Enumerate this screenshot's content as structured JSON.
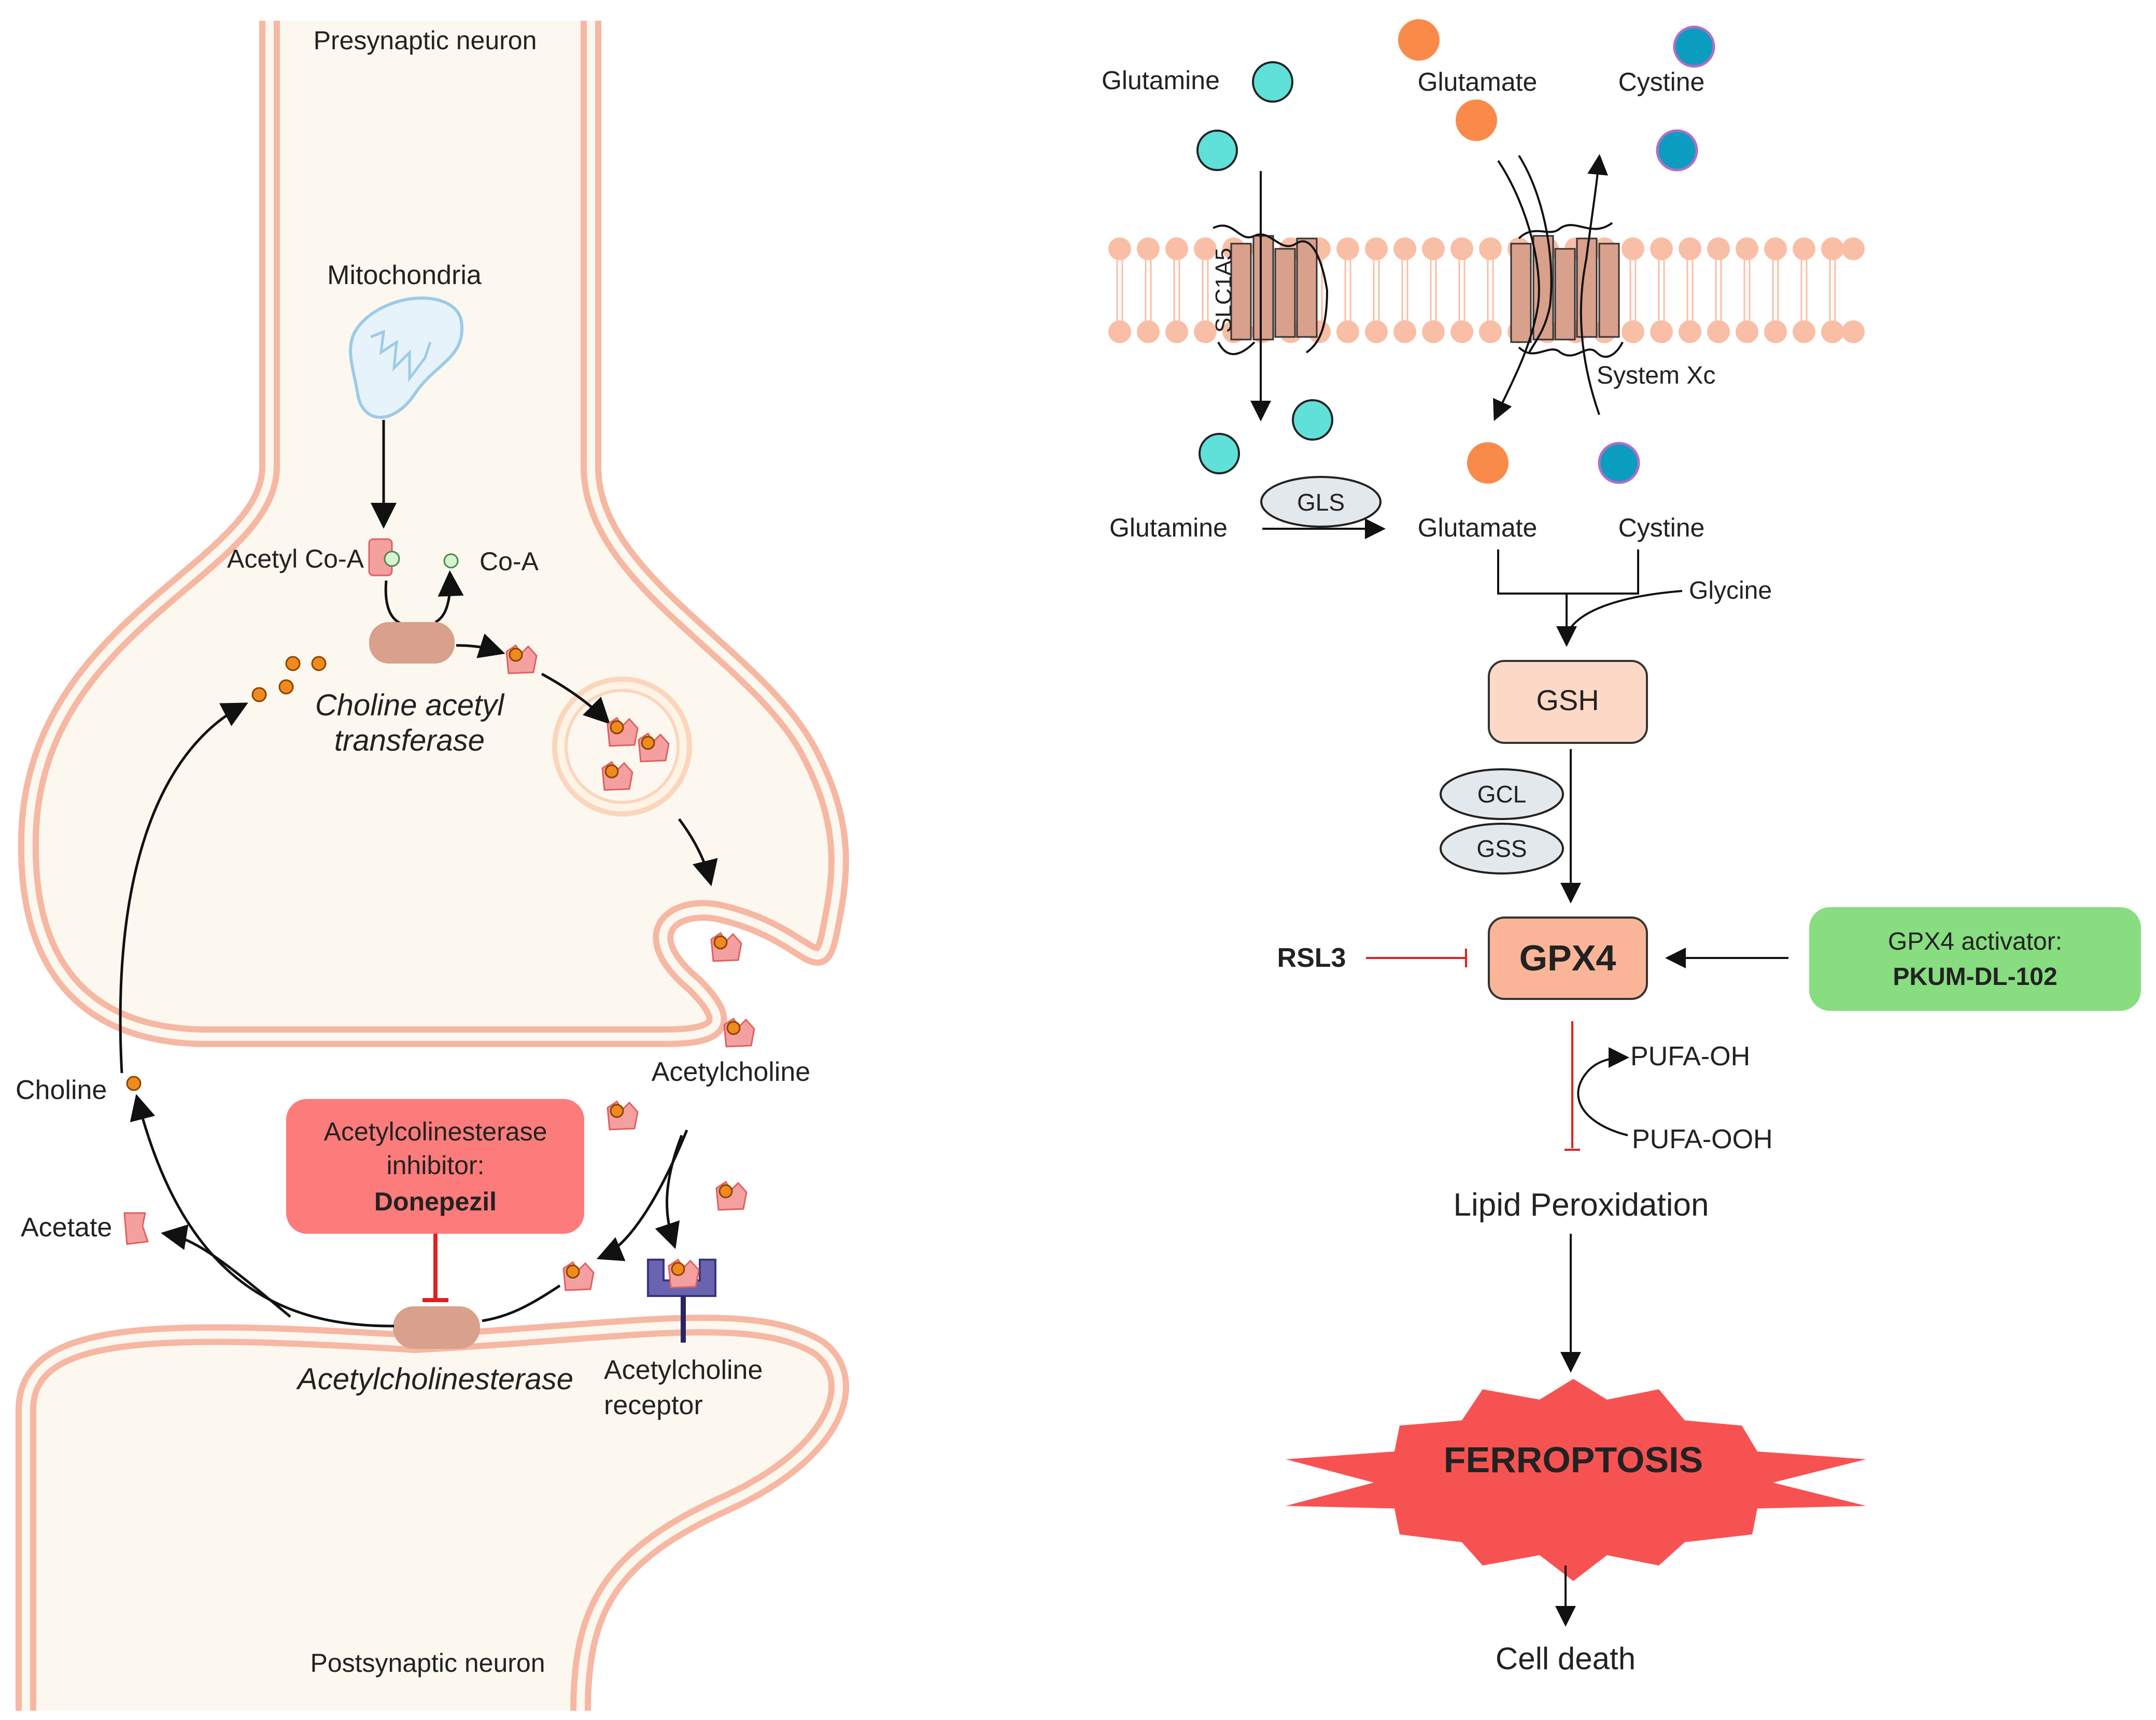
{
  "synapse": {
    "presynaptic": "Presynaptic neuron",
    "postsynaptic": "Postsynaptic neuron",
    "mitochondria": "Mitochondria",
    "acetyl_coa": "Acetyl Co-A",
    "coa": "Co-A",
    "chat_line1": "Choline acetyl",
    "chat_line2": "transferase",
    "acetylcholine": "Acetylcholine",
    "choline": "Choline",
    "acetate": "Acetate",
    "inhibitor_line1": "Acetylcolinesterase",
    "inhibitor_line2": "inhibitor:",
    "inhibitor_drug": "Donepezil",
    "ache": "Acetylcholinesterase",
    "receptor_line1": "Acetylcholine",
    "receptor_line2": "receptor"
  },
  "pathway": {
    "glutamine_out": "Glutamine",
    "glutamate_out": "Glutamate",
    "cystine_out": "Cystine",
    "slc1a5": "SLC1A5",
    "system_xc": "System Xc",
    "glutamine_in": "Glutamine",
    "gls": "GLS",
    "glutamate_in": "Glutamate",
    "cystine_in": "Cystine",
    "glycine": "Glycine",
    "gsh": "GSH",
    "gcl": "GCL",
    "gss": "GSS",
    "gpx4": "GPX4",
    "rsl3": "RSL3",
    "activator_line1": "GPX4 activator:",
    "activator_line2": "PKUM-DL-102",
    "pufa_oh": "PUFA-OH",
    "pufa_ooh": "PUFA-OOH",
    "lipid_peroxidation": "Lipid Peroxidation",
    "ferroptosis": "FERROPTOSIS",
    "cell_death": "Cell death"
  },
  "colors": {
    "cell_fill": "#fdf8ef",
    "membrane": "#f6b7a3",
    "enzyme": "#d9a08c",
    "acetylcholine": "#f4a0a0",
    "choline_dot": "#f08a1c",
    "inhibitor_box": "#fc7b7b",
    "activator_box": "#87dd80",
    "glutamine": "#5fe0d9",
    "glutamate": "#f98a4a",
    "cystine": "#0a9dc0",
    "gsh_box": "#fcd9c7",
    "gpx4_box": "#fab497",
    "ferroptosis": "#f75252",
    "inhibition_red": "#e02020"
  }
}
